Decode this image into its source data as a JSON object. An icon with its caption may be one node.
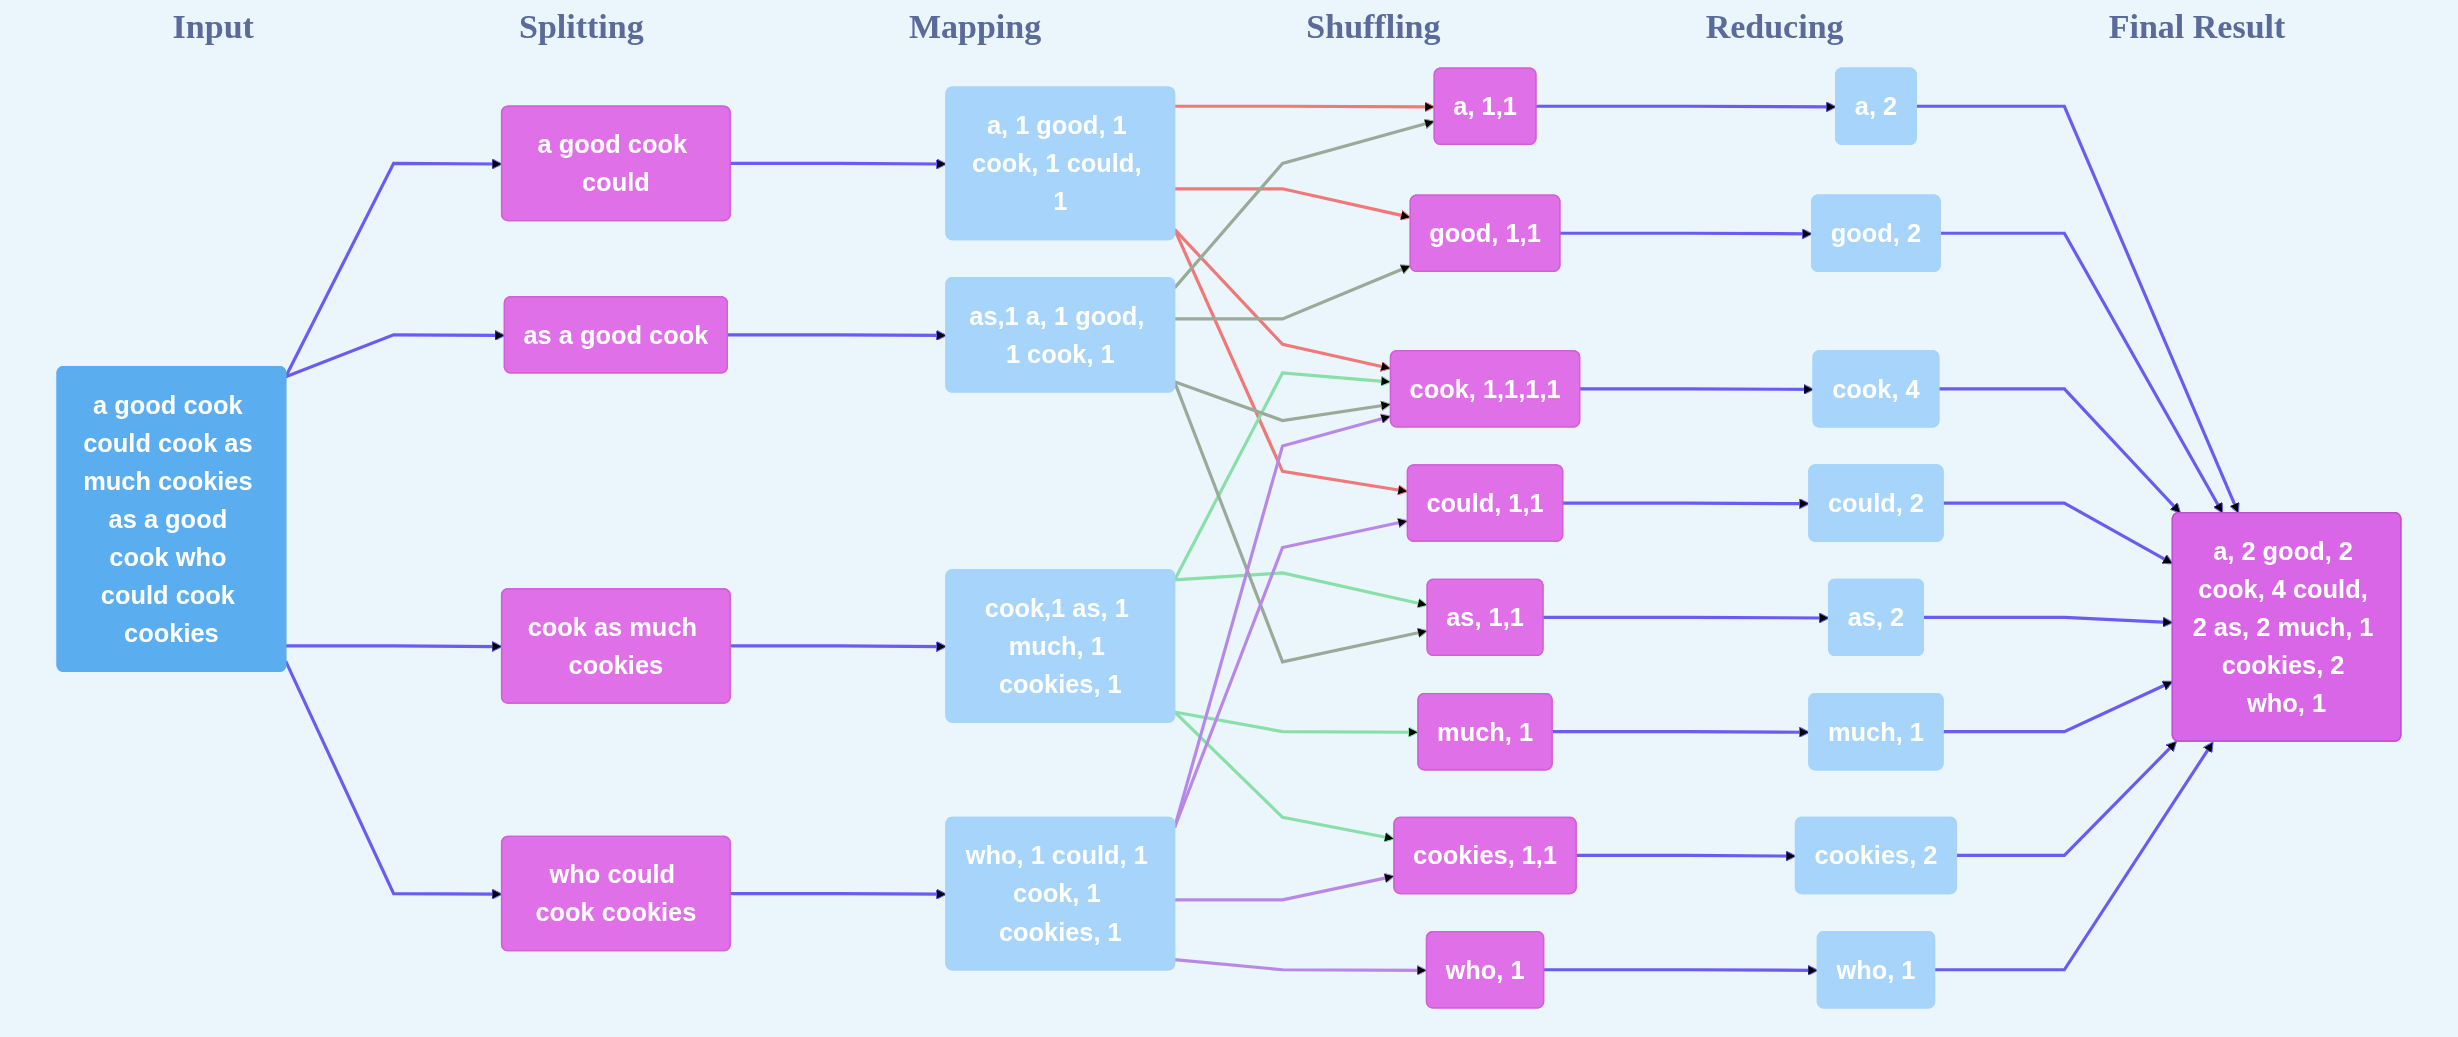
{
  "diagram": {
    "nodes": [
      {
        "text": [
          "a good cook could cook as much cookies as a good cook who could cook cookies"
        ]
      },
      {
        "text": [
          "a good cook could"
        ]
      },
      {
        "text": [
          "cook as much cookies"
        ]
      },
      {
        "text": [
          "as a good cook"
        ]
      },
      {
        "text": [
          "who could cook cookies"
        ]
      },
      {
        "text": [
          "a, 1 good, 1 cook, 1 could, 1"
        ]
      },
      {
        "text": [
          "cook,1 as, 1 much, 1 cookies, 1"
        ]
      },
      {
        "text": [
          "as,1 a, 1 good, 1 cook, 1"
        ]
      },
      {
        "text": [
          "who, 1 could, 1 cook, 1 cookies, 1"
        ]
      },
      {
        "text": [
          "a, 1,1"
        ]
      },
      {
        "text": [
          "good, 1,1"
        ]
      },
      {
        "text": [
          "cook, 1,1,1,1"
        ]
      },
      {
        "text": [
          "could, 1,1"
        ]
      },
      {
        "text": [
          "as, 1,1"
        ]
      },
      {
        "text": [
          "much, 1"
        ]
      },
      {
        "text": [
          "cookies, 1,1"
        ]
      },
      {
        "text": [
          "who, 1"
        ]
      },
      {
        "text": [
          "a, 2"
        ]
      },
      {
        "text": [
          "good, 2"
        ]
      },
      {
        "text": [
          "cook, 4"
        ]
      },
      {
        "text": [
          "could, 2"
        ]
      },
      {
        "text": [
          "as, 2"
        ]
      },
      {
        "text": [
          "much, 1"
        ]
      },
      {
        "text": [
          "cookies, 2"
        ]
      },
      {
        "text": [
          "who, 1"
        ]
      },
      {
        "text": [
          "a, 2 good, 2 cook, 4 could, 2 as, 2 much, 1 cookies, 2 who, 1"
        ]
      }
    ],
    "edges": [
      {
        "from": 0,
        "to": 1,
        "arrow": "to"
      },
      {
        "from": 0,
        "to": 2,
        "arrow": "to"
      },
      {
        "from": 0,
        "to": 3,
        "arrow": "to"
      },
      {
        "from": 0,
        "to": 4,
        "arrow": "to"
      },
      {
        "from": 1,
        "to": 5,
        "arrow": "to"
      },
      {
        "from": 2,
        "to": 6,
        "arrow": "to"
      },
      {
        "from": 3,
        "to": 7,
        "arrow": "to"
      },
      {
        "from": 4,
        "to": 8,
        "arrow": "to"
      },
      {
        "from": 5,
        "to": 9,
        "arrow": "to",
        "color": "#f07878"
      },
      {
        "from": 5,
        "to": 10,
        "arrow": "to",
        "color": "#f07878"
      },
      {
        "from": 5,
        "to": 11,
        "arrow": "to",
        "color": "#f07878"
      },
      {
        "from": 5,
        "to": 12,
        "arrow": "to",
        "color": "#f07878"
      },
      {
        "from": 6,
        "to": 11,
        "arrow": "to",
        "color": "#88e0a8"
      },
      {
        "from": 6,
        "to": 13,
        "arrow": "to",
        "color": "#88e0a8"
      },
      {
        "from": 6,
        "to": 14,
        "arrow": "to",
        "color": "#88e0a8"
      },
      {
        "from": 6,
        "to": 15,
        "arrow": "to",
        "color": "#88e0a8"
      },
      {
        "from": 7,
        "to": 13,
        "arrow": "to",
        "color": "#99aa99"
      },
      {
        "from": 7,
        "to": 9,
        "arrow": "to",
        "color": "#99aa99"
      },
      {
        "from": 7,
        "to": 10,
        "arrow": "to",
        "color": "#99aa99"
      },
      {
        "from": 7,
        "to": 11,
        "arrow": "to",
        "color": "#99aa99"
      },
      {
        "from": 8,
        "to": 16,
        "arrow": "to",
        "color": "#b888e8"
      },
      {
        "from": 8,
        "to": 12,
        "arrow": "to",
        "color": "#b888e8"
      },
      {
        "from": 8,
        "to": 11,
        "arrow": "to",
        "color": "#b888e8"
      },
      {
        "from": 8,
        "to": 15,
        "arrow": "to",
        "color": "#b888e8"
      },
      {
        "from": 9,
        "to": 17,
        "arrow": "to"
      },
      {
        "from": 10,
        "to": 18,
        "arrow": "to"
      },
      {
        "from": 11,
        "to": 19,
        "arrow": "to"
      },
      {
        "from": 12,
        "to": 20,
        "arrow": "to"
      },
      {
        "from": 13,
        "to": 21,
        "arrow": "to"
      },
      {
        "from": 14,
        "to": 22,
        "arrow": "to"
      },
      {
        "from": 15,
        "to": 23,
        "arrow": "to"
      },
      {
        "from": 16,
        "to": 24,
        "arrow": "to"
      },
      {
        "from": 17,
        "to": 25,
        "arrow": "to"
      },
      {
        "from": 18,
        "to": 25,
        "arrow": "to"
      },
      {
        "from": 19,
        "to": 25,
        "arrow": "to"
      },
      {
        "from": 20,
        "to": 25,
        "arrow": "to"
      },
      {
        "from": 21,
        "to": 25,
        "arrow": "to"
      },
      {
        "from": 22,
        "to": 25,
        "arrow": "to"
      },
      {
        "from": 23,
        "to": 25,
        "arrow": "to"
      },
      {
        "from": 24,
        "to": 25,
        "arrow": "to"
      }
    ],
    "labels": [
      "Input",
      "Splitting",
      "Mapping",
      "Shuffling",
      "Reducing",
      "Final Result"
    ]
  }
}
